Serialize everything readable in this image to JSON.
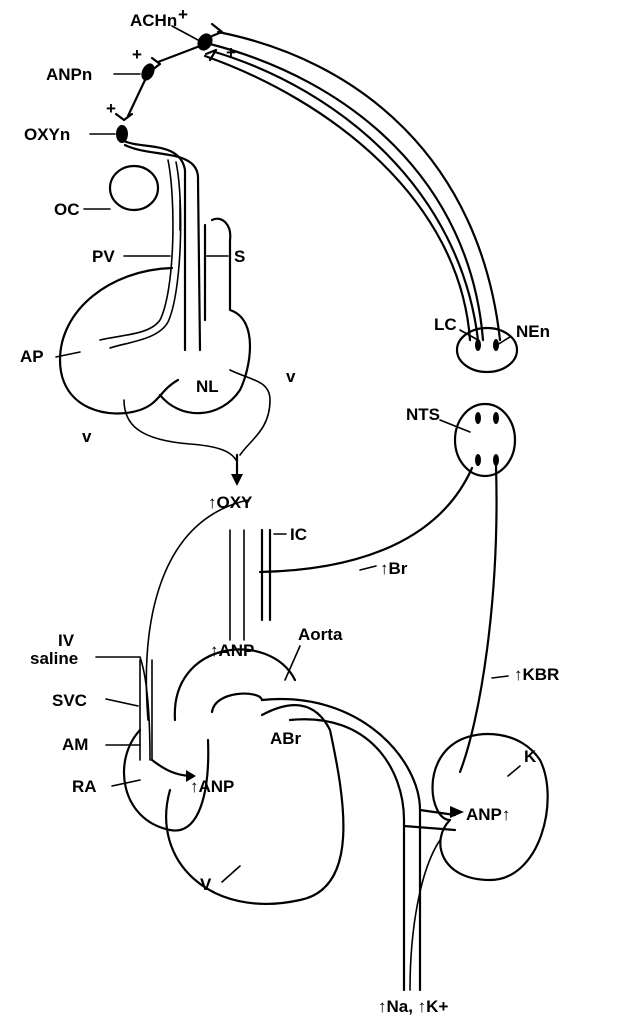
{
  "labels": {
    "achn": "ACHn",
    "anpn": "ANPn",
    "oxyn": "OXYn",
    "oc": "OC",
    "pv": "PV",
    "s": "S",
    "ap": "AP",
    "nl": "NL",
    "v_right": "v",
    "v_left": "v",
    "lc": "LC",
    "nen": "NEn",
    "nts": "NTS",
    "oxy": "↑OXY",
    "ic": "IC",
    "br": "↑Br",
    "aorta": "Aorta",
    "anp_aorta": "↑ANP",
    "iv": "IV",
    "saline": "saline",
    "svc": "SVC",
    "am": "AM",
    "ra": "RA",
    "anp_atrium": "↑ANP",
    "abr": "ABr",
    "kbr": "↑KBR",
    "k": "K",
    "anp_kidney": "ANP↑",
    "ventricle": "V",
    "urine": "↑Na, ↑K+"
  },
  "plus_signs": [
    "+",
    "+",
    "+",
    "+"
  ]
}
